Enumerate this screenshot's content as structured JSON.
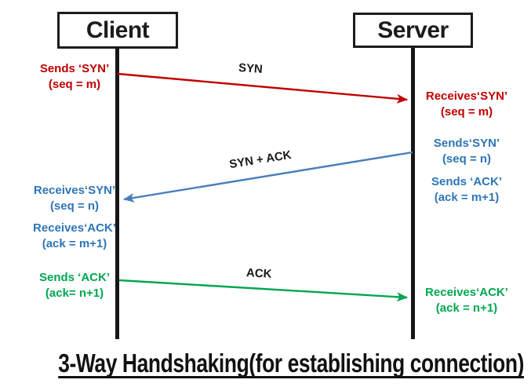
{
  "title": "3-Way Handshaking(for establishing connection)",
  "actors": {
    "client": "Client",
    "server": "Server"
  },
  "arrow_labels": {
    "syn": "SYN",
    "syn_ack": "SYN + ACK",
    "ack": "ACK"
  },
  "notes": {
    "client_sends_syn": [
      "Sends ‘SYN’",
      "(seq = m)"
    ],
    "server_receives_syn": [
      "Receives‘SYN’",
      "(seq = m)"
    ],
    "server_sends_syn": [
      "Sends‘SYN’",
      "(seq = n)"
    ],
    "client_receives_syn": [
      "Receives‘SYN’",
      "(seq = n)"
    ],
    "server_sends_ack": [
      "Sends ‘ACK’",
      "(ack = m+1)"
    ],
    "client_receives_ack": [
      "Receives‘ACK’",
      "(ack = m+1)"
    ],
    "client_sends_ack": [
      "Sends ‘ACK’",
      "(ack= n+1)"
    ],
    "server_receives_ack": [
      "Receives‘ACK’",
      "(ack = n+1)"
    ]
  },
  "colors": {
    "red": "#c00000",
    "blue": "#2e75b6",
    "blue_arrow": "#4a7ebb",
    "green": "#00a651",
    "ink": "#1a1a1a"
  }
}
